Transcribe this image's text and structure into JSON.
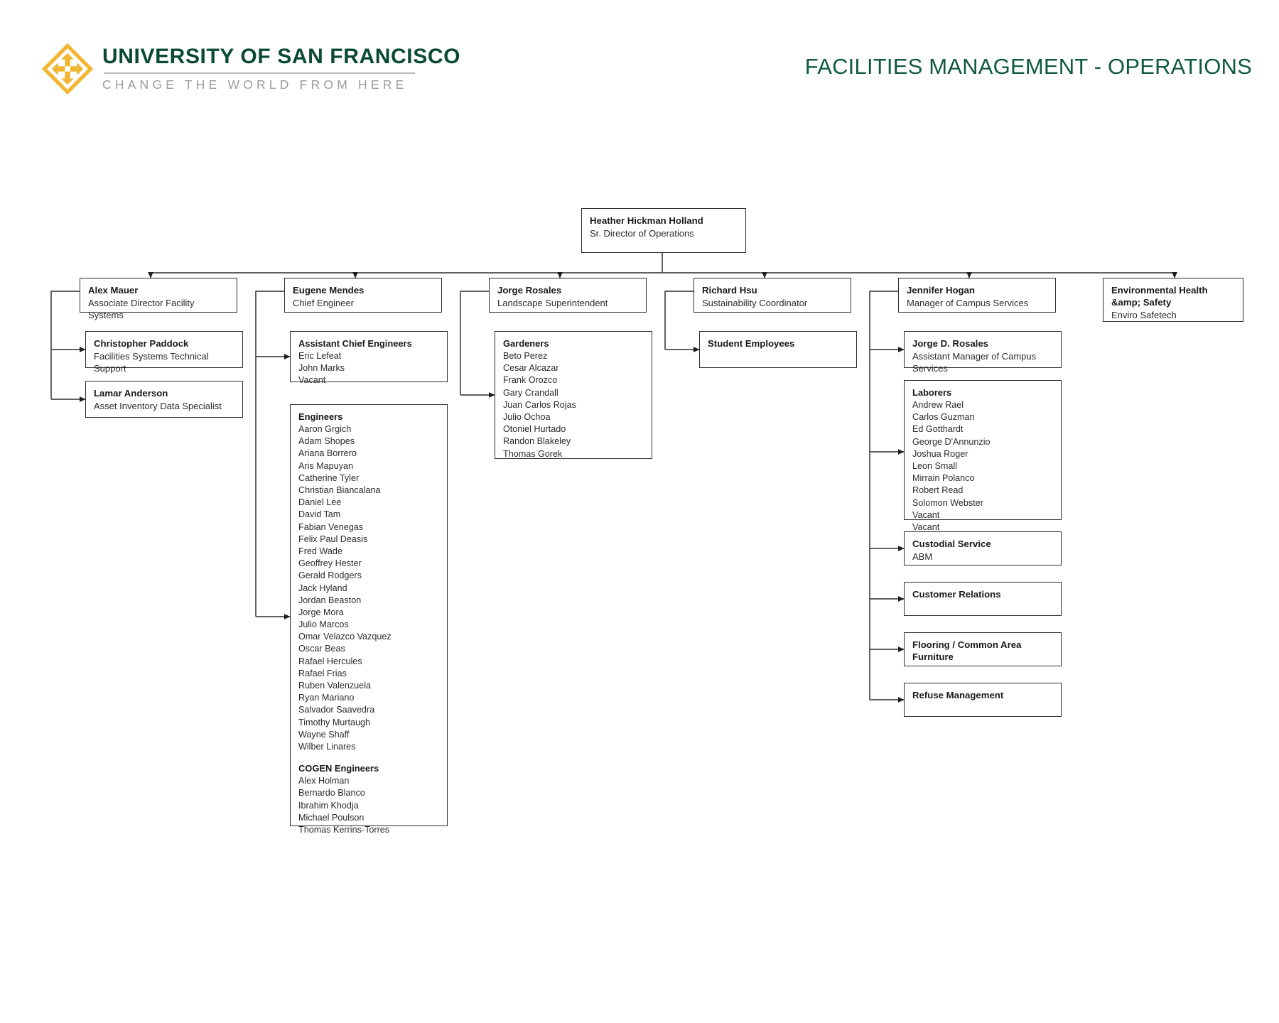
{
  "header": {
    "logo_icon": "usf-diamond-logo-icon",
    "university_name": "UNIVERSITY OF SAN FRANCISCO",
    "tagline": "CHANGE THE WORLD FROM HERE",
    "document_title": "FACILITIES MANAGEMENT - OPERATIONS",
    "colors": {
      "green": "#0f5a3c",
      "gold": "#f2b632",
      "gray": "#9b9b9b"
    }
  },
  "chart_data": {
    "type": "diagram",
    "diagram_kind": "organizational-chart",
    "title": "FACILITIES MANAGEMENT - OPERATIONS",
    "root": {
      "id": "root",
      "name": "Heather Hickman Holland",
      "title": "Sr. Director of Operations"
    },
    "columns": [
      {
        "id": "col-facility-systems",
        "head": {
          "name": "Alex Mauer",
          "title": "Associate Director Facility Systems"
        },
        "children": [
          {
            "id": "christopher-paddock",
            "name": "Christopher Paddock",
            "title": "Facilities Systems Technical Support"
          },
          {
            "id": "lamar-anderson",
            "name": "Lamar Anderson",
            "title": "Asset Inventory Data Specialist"
          }
        ]
      },
      {
        "id": "col-chief-engineer",
        "head": {
          "name": "Eugene Mendes",
          "title": "Chief Engineer"
        },
        "children": [
          {
            "id": "assistant-chief-engineers",
            "groups": [
              {
                "heading": "Assistant Chief Engineers",
                "members": [
                  "Eric Lefeat",
                  "John Marks",
                  "Vacant"
                ]
              }
            ]
          },
          {
            "id": "engineers",
            "groups": [
              {
                "heading": "Engineers",
                "members": [
                  "Aaron Grgich",
                  "Adam Shopes",
                  "Ariana Borrero",
                  "Aris Mapuyan",
                  "Catherine Tyler",
                  "Christian Biancalana",
                  "Daniel Lee",
                  "David Tam",
                  "Fabian Venegas",
                  "Felix Paul Deasis",
                  "Fred Wade",
                  "Geoffrey Hester",
                  "Gerald Rodgers",
                  "Jack Hyland",
                  "Jordan Beaston",
                  "Jorge Mora",
                  "Julio Marcos",
                  "Omar Velazco Vazquez",
                  "Oscar Beas",
                  "Rafael Hercules",
                  "Rafael Frias",
                  "Ruben Valenzuela",
                  "Ryan Mariano",
                  "Salvador Saavedra",
                  "Timothy Murtaugh",
                  "Wayne Shaff",
                  "Wilber Linares"
                ]
              },
              {
                "heading": "COGEN Engineers",
                "members": [
                  "Alex Holman",
                  "Bernardo Blanco",
                  "Ibrahim Khodja",
                  "Michael Poulson",
                  "Thomas Kerrins-Torres"
                ]
              }
            ]
          }
        ]
      },
      {
        "id": "col-landscape",
        "head": {
          "name": "Jorge Rosales",
          "title": "Landscape Superintendent"
        },
        "children": [
          {
            "id": "gardeners",
            "groups": [
              {
                "heading": "Gardeners",
                "members": [
                  "Beto Perez",
                  "Cesar Alcazar",
                  "Frank Orozco",
                  "Gary Crandall",
                  "Juan Carlos Rojas",
                  "Julio Ochoa",
                  "Otoniel Hurtado",
                  "Randon Blakeley",
                  "Thomas Gorek"
                ]
              }
            ]
          }
        ]
      },
      {
        "id": "col-sustainability",
        "head": {
          "name": "Richard Hsu",
          "title": "Sustainability Coordinator"
        },
        "children": [
          {
            "id": "student-employees",
            "name": "Student Employees",
            "title": ""
          }
        ]
      },
      {
        "id": "col-campus-services",
        "head": {
          "name": "Jennifer Hogan",
          "title": "Manager of Campus Services"
        },
        "children": [
          {
            "id": "jorge-d-rosales",
            "name": "Jorge D. Rosales",
            "title": "Assistant Manager of Campus Services"
          },
          {
            "id": "laborers",
            "groups": [
              {
                "heading": "Laborers",
                "members": [
                  "Andrew Rael",
                  "Carlos Guzman",
                  "Ed Gotthardt",
                  "George D'Annunzio",
                  "Joshua Roger",
                  "Leon Small",
                  "Mirrain Polanco",
                  "Robert Read",
                  "Solomon Webster",
                  "Vacant",
                  "Vacant"
                ]
              }
            ]
          },
          {
            "id": "custodial-service",
            "name": "Custodial Service",
            "title": "ABM"
          },
          {
            "id": "customer-relations",
            "name": "Customer Relations",
            "title": ""
          },
          {
            "id": "flooring-common-area-furniture",
            "name": "Flooring / Common Area Furniture",
            "title": ""
          },
          {
            "id": "refuse-management",
            "name": "Refuse Management",
            "title": ""
          }
        ]
      },
      {
        "id": "col-ehs",
        "head": {
          "name": "Environmental Health &amp; Safety",
          "title": "Enviro Safetech"
        },
        "children": []
      }
    ]
  }
}
